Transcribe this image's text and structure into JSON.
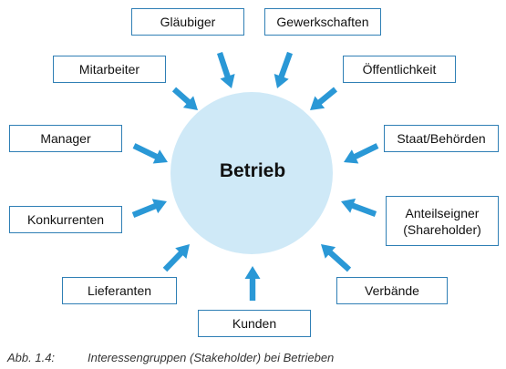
{
  "center": {
    "label": "Betrieb"
  },
  "stakeholders": [
    {
      "id": "glaeubiger",
      "label": "Gläubiger"
    },
    {
      "id": "gewerkschaften",
      "label": "Gewerkschaften"
    },
    {
      "id": "mitarbeiter",
      "label": "Mitarbeiter"
    },
    {
      "id": "oeffentlichkeit",
      "label": "Öffentlichkeit"
    },
    {
      "id": "manager",
      "label": "Manager"
    },
    {
      "id": "staat-behoerden",
      "label": "Staat/Behörden"
    },
    {
      "id": "anteilseigner",
      "label": "Anteilseigner\n(Shareholder)"
    },
    {
      "id": "konkurrenten",
      "label": "Konkurrenten"
    },
    {
      "id": "lieferanten",
      "label": "Lieferanten"
    },
    {
      "id": "verbaende",
      "label": "Verbände"
    },
    {
      "id": "kunden",
      "label": "Kunden"
    }
  ],
  "caption": {
    "number": "Abb. 1.4:",
    "text": "Interessengruppen (Stakeholder) bei Betrieben"
  },
  "colors": {
    "circle": "#cfe9f7",
    "arrow": "#2a98d6",
    "box_border": "#2f7fb5"
  }
}
